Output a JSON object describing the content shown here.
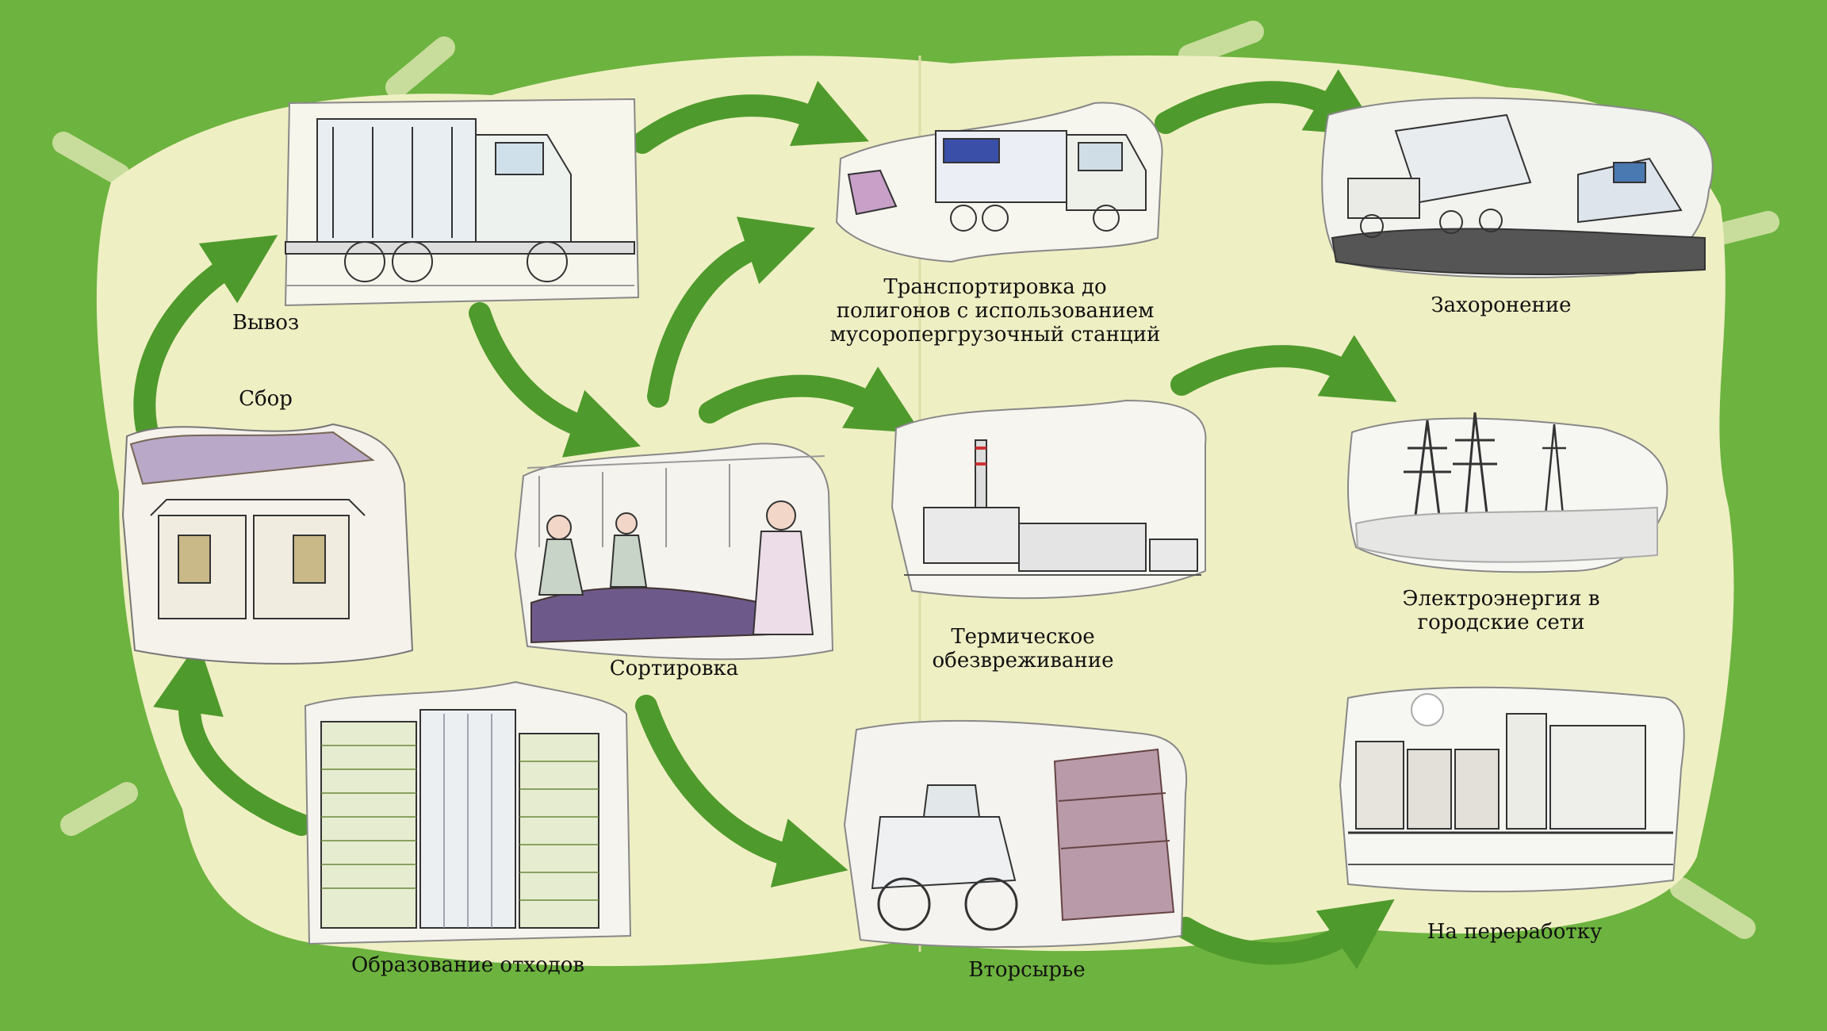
{
  "colors": {
    "background": "#6db33f",
    "paper": "#efefc4",
    "arrow": "#4f9a2c",
    "label": "#111111"
  },
  "stages": {
    "collection": {
      "label": "Сбор",
      "icon": "waste-container-icon"
    },
    "removal": {
      "label": "Вывоз",
      "icon": "garbage-truck-icon"
    },
    "sorting": {
      "label": "Сортировка",
      "icon": "sorting-workers-icon"
    },
    "waste_generation": {
      "label": "Образование отходов",
      "icon": "apartment-building-icon"
    },
    "transport": {
      "label": "Транспортировка до\nполигонов с использованием\nмусоропергрузочный станций",
      "icon": "semi-truck-icon"
    },
    "thermal": {
      "label": "Термическое\nобезвреживание",
      "icon": "power-plant-icon"
    },
    "recyclables": {
      "label": "Вторсырье",
      "icon": "baler-loader-icon"
    },
    "burial": {
      "label": "Захоронение",
      "icon": "landfill-dump-truck-icon"
    },
    "electricity": {
      "label": "Электроэнергия в\nгородские сети",
      "icon": "power-line-tower-icon"
    },
    "processing": {
      "label": "На переработку",
      "icon": "recycling-factory-icon"
    }
  }
}
